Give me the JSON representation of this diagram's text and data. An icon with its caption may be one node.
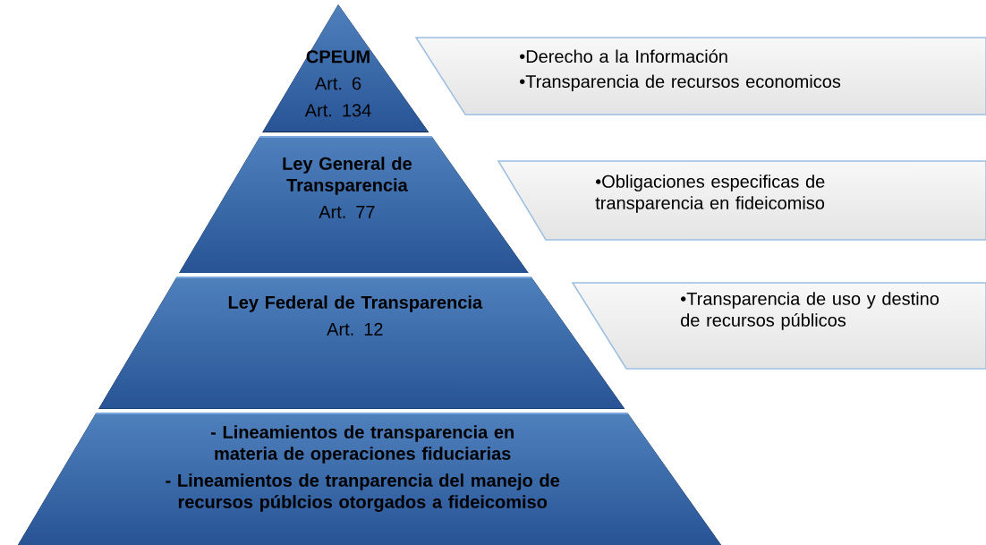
{
  "diagram": {
    "nodes": [
      {
        "text": [
          "CPEUM",
          "Art. 6",
          "Art. 134"
        ]
      },
      {
        "text": [
          "Ley General de Transparencia",
          "Art. 77"
        ]
      },
      {
        "text": [
          "Ley Federal de Transparencia",
          "Art. 12"
        ]
      },
      {
        "text": [
          "- Lineamientos de transparencia en materia de operaciones fiduciarias",
          "- Lineamientos de tranparencia del manejo de recursos públcios otorgados a fideicomiso"
        ]
      },
      {
        "text": [
          "•Derecho a la Información",
          "•Transparencia de recursos economicos"
        ]
      },
      {
        "text": [
          "•Obligaciones especificas de transparencia en fideicomiso"
        ]
      },
      {
        "text": [
          "•Transparencia de uso y destino de recursos públicos"
        ]
      }
    ]
  }
}
